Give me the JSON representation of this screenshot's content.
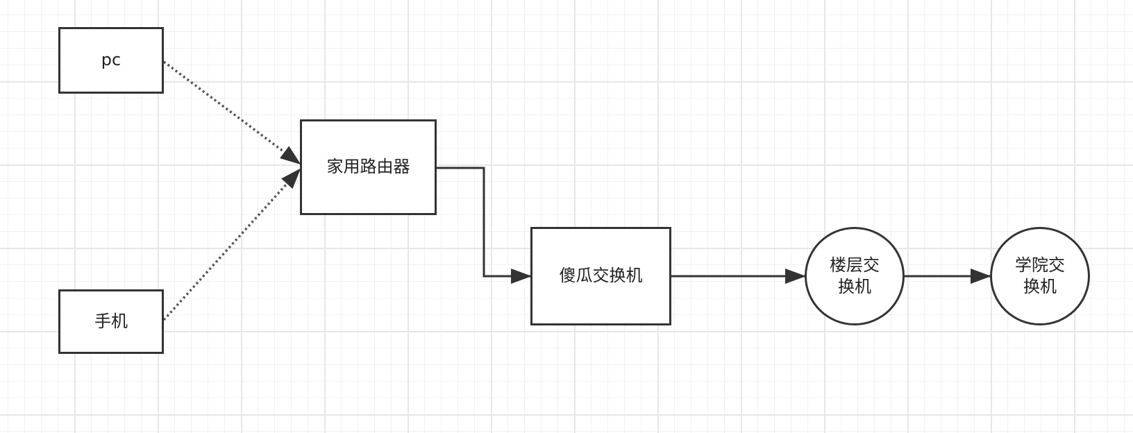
{
  "nodes": {
    "pc": {
      "label": "pc",
      "shape": "rectangle"
    },
    "phone": {
      "label": "手机",
      "shape": "rectangle"
    },
    "home_router": {
      "label": "家用路由器",
      "shape": "rectangle"
    },
    "dumb_switch": {
      "label": "傻瓜交换机",
      "shape": "rectangle"
    },
    "floor_switch": {
      "label": "楼层交\n换机",
      "shape": "circle"
    },
    "college_switch": {
      "label": "学院交\n换机",
      "shape": "circle"
    }
  },
  "edges": [
    {
      "from": "pc",
      "to": "home_router",
      "style": "dotted"
    },
    {
      "from": "phone",
      "to": "home_router",
      "style": "dotted"
    },
    {
      "from": "home_router",
      "to": "dumb_switch",
      "style": "solid-orthogonal"
    },
    {
      "from": "dumb_switch",
      "to": "floor_switch",
      "style": "solid"
    },
    {
      "from": "floor_switch",
      "to": "college_switch",
      "style": "solid"
    }
  ],
  "colors": {
    "stroke": "#333333",
    "grid_major": "#e6e6e6",
    "grid_minor": "#f1f1f1"
  }
}
